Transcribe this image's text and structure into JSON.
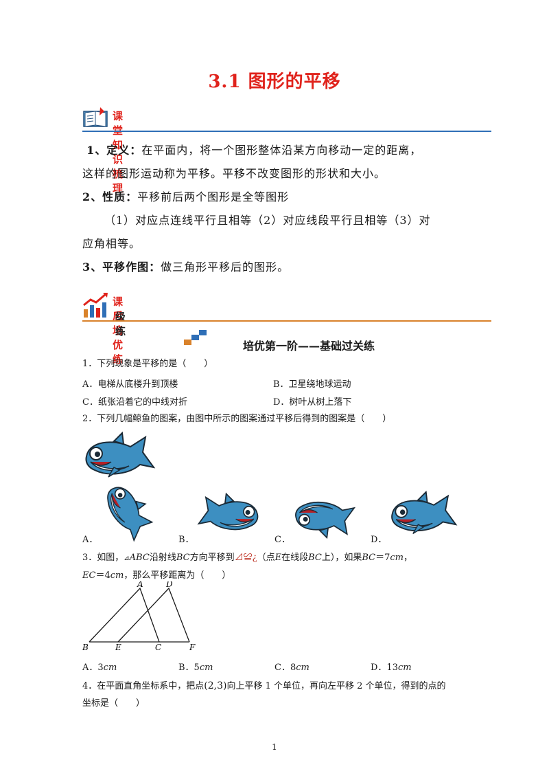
{
  "title": "3.1  图形的平移",
  "section1": {
    "label": "课堂知识梳理"
  },
  "knowledge": {
    "p1_label": "1、定义：",
    "p1_text": "在平面内，将一个图形整体沿某方向移动一定的距离，",
    "p1_text2": "这样的图形运动称为平移。平移不改变图形的形状和大小。",
    "p2_label": "2、性质：",
    "p2_text": "平移前后两个图形是全等图形",
    "p3_text": "（1）对应点连线平行且相等（2）对应线段平行且相等（3）对",
    "p3_text2": "应角相等。",
    "p4_label": "3、平移作图：",
    "p4_text": "做三角形平移后的图形。"
  },
  "section2": {
    "label": "课后培优练",
    "sublabel": "级练"
  },
  "stage_title": "培优第一阶——基础过关练",
  "q1": {
    "stem": "1．下列现象是平移的是（　　）",
    "a": "A．电梯从底楼升到顶楼",
    "b": "B．卫星绕地球运动",
    "c": "C．纸张沿着它的中线对折",
    "d": "D．树叶从树上落下"
  },
  "q2": {
    "stem": "2．下列几幅鲸鱼的图案，由图中所示的图案通过平移后得到的图案是（　　）",
    "a": "A．",
    "b": "B．",
    "c": "C．",
    "d": "D．"
  },
  "q3": {
    "stem1": "3．如图，",
    "tri1": "ABC",
    "stem2": "沿射线",
    "seg1": "BC",
    "stem3": "方向平移到",
    "garbled": "⊿≌¿",
    "stem4": "（点",
    "pt_e": "E",
    "stem5": "在线段",
    "seg2": "BC",
    "stem6": "上），如果",
    "bc_eq": "BC",
    "eq1": "＝7",
    "unit1": "cm",
    "comma": "，",
    "ec": "EC",
    "eq2": "＝4",
    "unit2": "cm",
    "stem7": "，那么平移距离为（　　）",
    "labels": {
      "A": "A",
      "D": "D",
      "B": "B",
      "E": "E",
      "C": "C",
      "F": "F"
    },
    "a_num": "A．3",
    "a_unit": "cm",
    "b_num": "B．5",
    "b_unit": "cm",
    "c_num": "C．8",
    "c_unit": "cm",
    "d_num": "D．13",
    "d_unit": "cm"
  },
  "q4": {
    "stem1": "4．在平面直角坐标系中，把点",
    "point": "(2,3)",
    "stem2": "向上平移 1 个单位，再向左平移 2 个单位，得到的点的",
    "stem3": "坐标是（　　）"
  },
  "page_number": "1"
}
